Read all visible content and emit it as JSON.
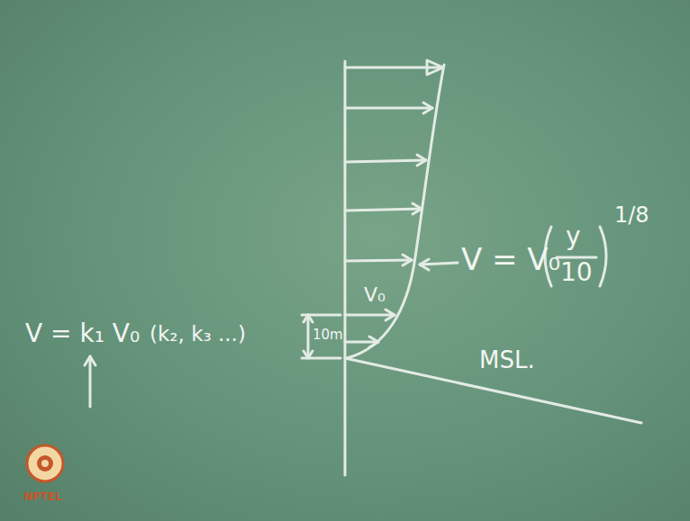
{
  "diagram": {
    "labels": [
      "V = V₀",
      "y",
      "10",
      "1/8",
      "V₀",
      "10m",
      "MSL.",
      "V = k₁ V₀",
      "(k₂, k₃ ...)",
      "NPTEL"
    ]
  }
}
